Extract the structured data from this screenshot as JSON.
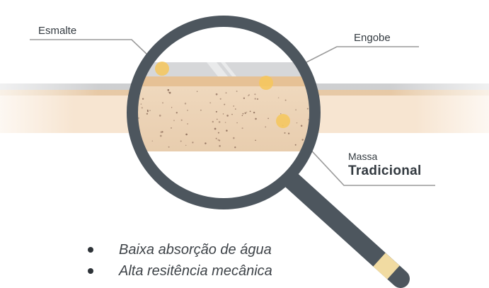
{
  "labels": {
    "esmalte": "Esmalte",
    "engobe": "Engobe",
    "massa_line1": "Massa",
    "massa_line2": "Tradicional"
  },
  "bullets": [
    "Baixa absorção de água",
    "Alta resitência mecânica"
  ],
  "colors": {
    "magnifier_frame": "#4d565e",
    "tile_body": "#f3dcc3",
    "tile_speckles": "#8a6a58",
    "engobe_layer": "#e3bb8b",
    "glaze_layer": "#d4d5d7",
    "highlight_dot": "#f6c75a",
    "handle_band": "#f1dba2",
    "leader_line": "#9a9a9a"
  }
}
